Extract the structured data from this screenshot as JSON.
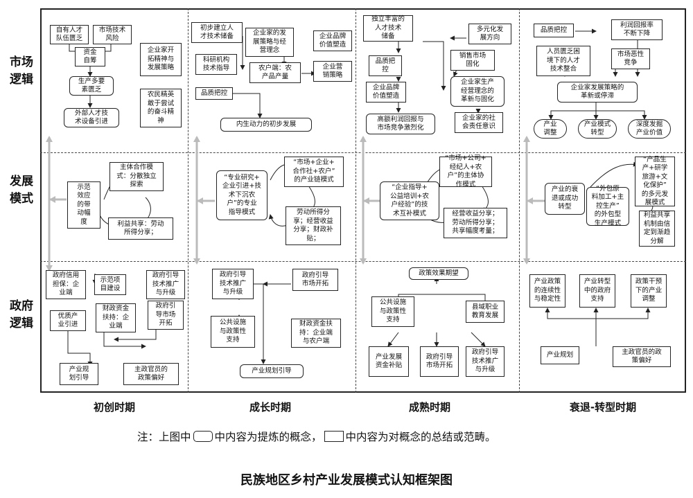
{
  "rows": [
    "市场\n逻辑",
    "发展\n模式",
    "政府\n逻辑"
  ],
  "periods": [
    "初创时期",
    "成长时期",
    "成熟时期",
    "衰退-转型时期"
  ],
  "note": {
    "prefix": "注：上图中",
    "mid": "中内容为提炼的概念，",
    "suffix": "中内容为对概念的总结或范畴。"
  },
  "title": "民族地区乡村产业发展模式认知框架图",
  "p1": {
    "m1": "自有人才\n队伍匮乏",
    "m2": "市场技术\n风险",
    "m3": "资金\n自筹",
    "m4": "生产多要\n素匮乏",
    "m5": "外部人才技\n术设备引进",
    "m6": "企业家开\n拓精神与\n发展策略",
    "m7": "农民精英\n敢于尝试\n的奋斗精\n神",
    "d1": "示范\n效应\n的带\n动幅\n度",
    "d2": "主体合作模\n式：分散独立\n探索",
    "d3": "利益共享：劳动\n所得分享；",
    "g1": "政府信用\n担保：企\n业端",
    "g2": "示范项\n目建设",
    "g3": "政府引导\n技术推广\n与升级",
    "g4": "优质产\n业引进",
    "g5": "财政资金\n扶持：企\n业端",
    "g6": "政府引\n导市场\n开拓",
    "g7": "产业规\n划引导",
    "g8": "主政官员的\n政策偏好"
  },
  "p2": {
    "m1": "初步建立人\n才技术储备",
    "m2": "企业家的发\n展策略与经\n营理念",
    "m3": "企业品牌\n价值塑造",
    "m4": "科研机构\n技术指导",
    "m5": "农户端：农\n产品产量",
    "m6": "企业营\n销策略",
    "m7": "品质把控",
    "m8": "内生动力的初步发展",
    "d1": "“专业研究+\n企业引进+技\n术下沉农\n户”的专业\n指导模式",
    "d2": "“市场+企业+\n合作社+农户”\n的产业链模式",
    "d3": "劳动所得分\n享；经营收益\n分享；财政补\n贴；",
    "g1": "政府引导\n技术推广\n与升级",
    "g2": "政府引导\n市场开拓",
    "g3": "公共设施\n与政策性\n支持",
    "g4": "财政资金扶\n持：企业端\n与农户端",
    "g5": "产业规划引导"
  },
  "p3": {
    "m1": "独立丰富的\n人才技术\n储备",
    "m2": "多元化发\n展方向",
    "m3": "品质把\n控",
    "m4": "销售市场\n固化",
    "m5": "企业品牌\n价值塑造",
    "m6": "企业家生产\n经营理念的\n革新与固化",
    "m7": "高额利润回报与\n市场竞争激烈化",
    "m8": "企业家的社\n会责任意识",
    "d1": "“市场+公司+\n经纪人+农\n户”的主体协\n作模式",
    "d2": "“企业指导+\n公益培训+农\n户经验”的技\n术互补模式",
    "d3": "经营收益分享；\n劳动所得分享；\n共享幅度考量；",
    "g1": "政策效果期望",
    "g2": "公共设施\n与政策性\n支持",
    "g3": "县域职业\n教育发展",
    "g4": "产业发展\n资金补贴",
    "g5": "政府引导\n市场开拓",
    "g6": "政府引导\n技术推广\n与升级"
  },
  "p4": {
    "m1": "品质把控",
    "m2": "利润回报率\n不断下降",
    "m3": "人员匮乏困\n境下的人才\n技术整合",
    "m4": "市场恶性\n竞争",
    "m5": "企业家发展策略的\n革新或停滞",
    "m6": "产业\n调整",
    "m7": "产业模式\n转型",
    "m8": "深度发掘\n产业价值",
    "d1": "产业的衰\n退或成功\n转型",
    "d2": "“产品生\n产+研学\n旅游+文\n化保护”\n的多元发\n展模式",
    "d3": "“外包原\n料加工+主\n控生产”\n的外包型\n生产模式",
    "d4": "利益共享\n机制由信\n定到渐趋\n分解",
    "g1": "产业政策\n的连续性\n与稳定性",
    "g2": "产业转型\n中的政府\n支持",
    "g3": "政策干预\n下的产业\n调整",
    "g4": "产业规划",
    "g5": "主政官员的政\n策偏好"
  }
}
